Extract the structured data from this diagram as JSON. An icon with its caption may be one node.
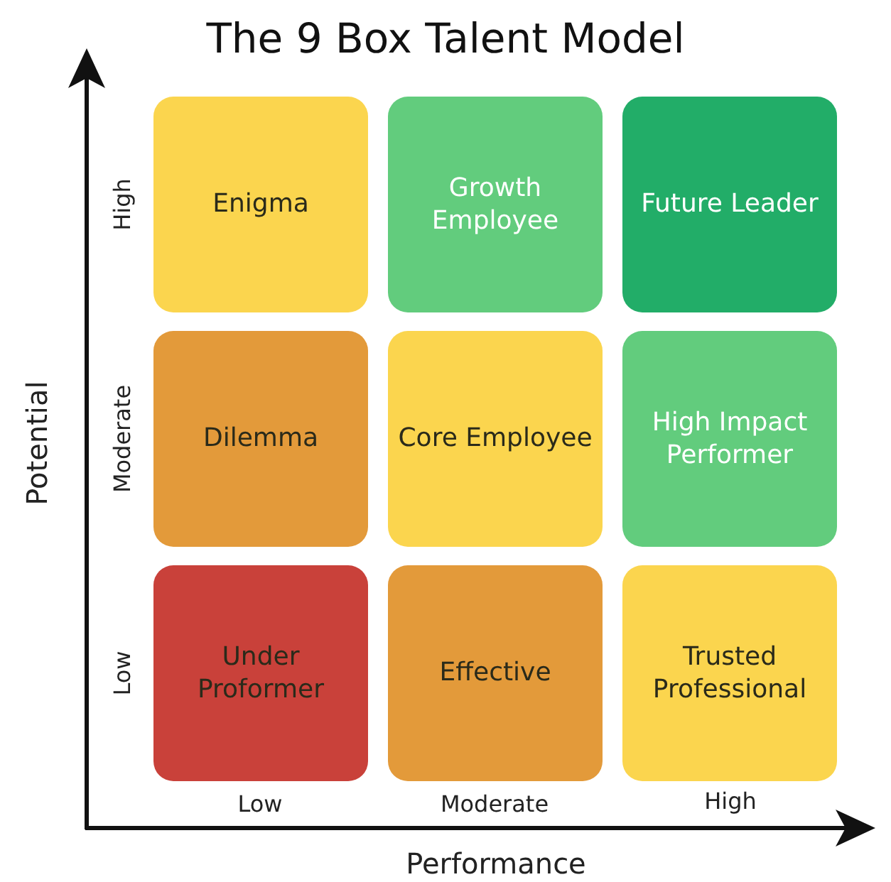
{
  "diagram": {
    "title": "The 9 Box Talent Model",
    "nodes": [
      {
        "text": [
          "Enigma"
        ]
      },
      {
        "text": [
          "Growth Employee"
        ]
      },
      {
        "text": [
          "Future Leader"
        ]
      },
      {
        "text": [
          "Dilemma"
        ]
      },
      {
        "text": [
          "Core Employee"
        ]
      },
      {
        "text": [
          "High Impact Performer"
        ]
      },
      {
        "text": [
          "Under Proformer"
        ]
      },
      {
        "text": [
          "Effective"
        ]
      },
      {
        "text": [
          "Trusted Professional"
        ]
      }
    ],
    "edges": [],
    "labels": [
      "High",
      "Moderate",
      "Low",
      "Potential",
      "Low",
      "Moderate",
      "High",
      "Performance"
    ]
  }
}
